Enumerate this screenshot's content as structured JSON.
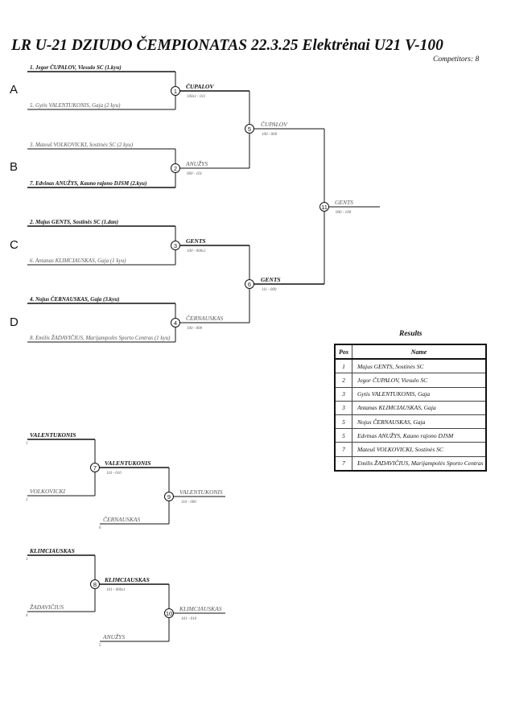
{
  "header": {
    "title": "LR U-21 DZIUDO ČEMPIONATAS  22.3.25  Elektrėnai   U21 V-100",
    "competitors": "Competitors:  8"
  },
  "pools": [
    "A",
    "B",
    "C",
    "D"
  ],
  "main": {
    "entrants": [
      {
        "text": "1. Jegor ČUPALOV, Viesulo SC (1.kyu)",
        "bold": true
      },
      {
        "text": "5. Gytis VALENTUKONIS, Gaja (2 kyu)",
        "bold": false
      },
      {
        "text": "3. Mateuš VOLKOVICKI, Sostinės SC (2 kyu)",
        "bold": false
      },
      {
        "text": "7. Edvinas ANUŽYS, Kauno rajono DJSM (2.kyu)",
        "bold": true
      },
      {
        "text": "2. Majus GENTS, Sostinės SC (1.dan)",
        "bold": true
      },
      {
        "text": "6. Antanas KLIMCIAUSKAS, Gaja (1 kyu)",
        "bold": false
      },
      {
        "text": "4. Nojus ČERNAUSKAS, Gaja (3.kyu)",
        "bold": true
      },
      {
        "text": "8. Emilis ŽADAVIČIUS, Marijampolės Sporto Centras (1 kyu)",
        "bold": false
      }
    ],
    "matches": [
      {
        "num": "1",
        "winner": "ČUPALOV",
        "score": "100s1 - 011",
        "bold": true
      },
      {
        "num": "2",
        "winner": "ANUŽYS",
        "score": "000 - 101",
        "bold": false
      },
      {
        "num": "3",
        "winner": "GENTS",
        "score": "100 - 000s1",
        "bold": true
      },
      {
        "num": "4",
        "winner": "ČERNAUSKAS",
        "score": "100 - 000",
        "bold": false
      },
      {
        "num": "5",
        "winner": "ČUPALOV",
        "score": "100 - 000",
        "bold": false
      },
      {
        "num": "6",
        "winner": "GENTS",
        "score": "111 - 000",
        "bold": true
      },
      {
        "num": "11",
        "winner": "GENTS",
        "score": "000 - 100",
        "bold": false
      }
    ]
  },
  "repechage": [
    {
      "top": {
        "name": "VALENTUKONIS",
        "num": "1",
        "bold": true
      },
      "bottom": {
        "name": "VOLKOVICKI",
        "num": "2",
        "bold": false
      },
      "match": {
        "num": "7",
        "winner": "VALENTUKONIS",
        "score": "110 - 010",
        "bold": true
      },
      "third": {
        "name": "ČERNAUSKAS",
        "num": "6",
        "bold": false
      },
      "final": {
        "num": "9",
        "winner": "VALENTUKONIS",
        "score": "110 - 000",
        "bold": false
      }
    },
    {
      "top": {
        "name": "KLIMCIAUSKAS",
        "num": "3",
        "bold": true
      },
      "bottom": {
        "name": "ŽADAVIČIUS",
        "num": "4",
        "bold": false
      },
      "match": {
        "num": "8",
        "winner": "KLIMCIAUSKAS",
        "score": "101 - 000s1",
        "bold": true
      },
      "third": {
        "name": "ANUŽYS",
        "num": "5",
        "bold": false
      },
      "final": {
        "num": "10",
        "winner": "KLIMCIAUSKAS",
        "score": "101 - 010",
        "bold": false
      }
    }
  ],
  "results": {
    "title": "Results",
    "headers": {
      "pos": "Pos",
      "name": "Name"
    },
    "rows": [
      {
        "pos": "1",
        "name": "Majus GENTS, Sostinės SC"
      },
      {
        "pos": "2",
        "name": "Jegor ČUPALOV, Viesulo SC"
      },
      {
        "pos": "3",
        "name": "Gytis VALENTUKONIS, Gaja"
      },
      {
        "pos": "3",
        "name": "Antanas KLIMCIAUSKAS, Gaja"
      },
      {
        "pos": "5",
        "name": "Nojus ČERNAUSKAS, Gaja"
      },
      {
        "pos": "5",
        "name": "Edvinas ANUŽYS, Kauno rajono DJSM"
      },
      {
        "pos": "7",
        "name": "Mateuš VOLKOVICKI, Sostinės SC"
      },
      {
        "pos": "7",
        "name": "Emilis ŽADAVIČIUS, Marijampolės Sporto Centras"
      }
    ]
  }
}
